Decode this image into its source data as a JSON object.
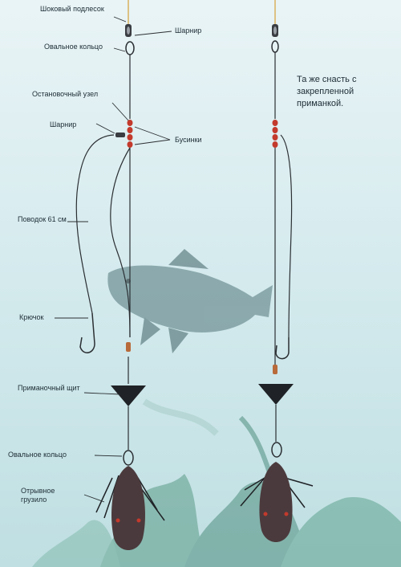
{
  "labels": {
    "shock_leader": "Шоковый подлесок",
    "swivel_top": "Шарнир",
    "oval_ring_top": "Овальное кольцо",
    "stop_knot": "Остановочный узел",
    "swivel_mid": "Шарнир",
    "beads": "Бусинки",
    "leash": "Поводок 61 см",
    "hook": "Крючок",
    "bait_shield": "Приманочный щит",
    "oval_ring_bottom": "Овальное кольцо",
    "sinker": "Отрывное грузило"
  },
  "note": "Та же снасть с закрепленной приманкой.",
  "colors": {
    "water_top": "#e9f4f6",
    "water_bottom": "#bfdfe2",
    "line": "#2b2f33",
    "bead": "#c33a2c",
    "sinker": "#4b3a3d",
    "weed": "#4f8f7f",
    "fish": "#6e8f93"
  }
}
